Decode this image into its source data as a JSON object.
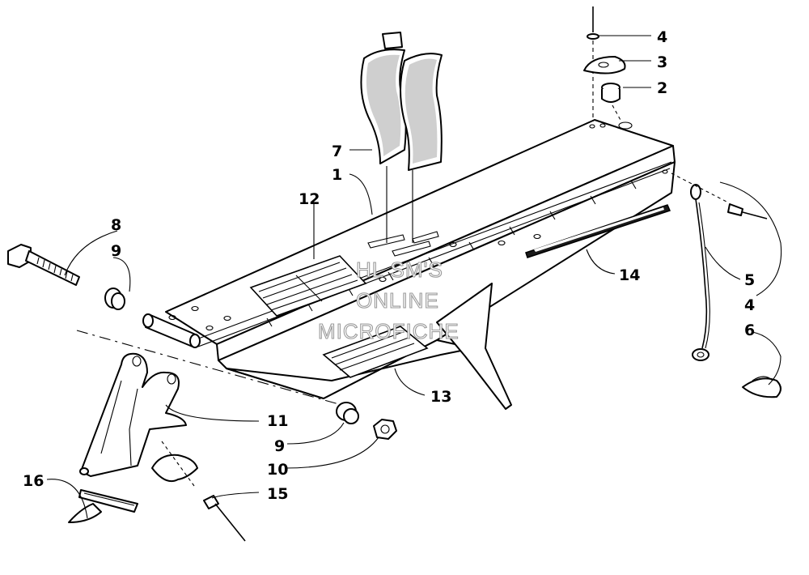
{
  "callouts": {
    "c1": "1",
    "c2": "2",
    "c3": "3",
    "c4a": "4",
    "c4b": "4",
    "c5": "5",
    "c6": "6",
    "c7": "7",
    "c8": "8",
    "c9a": "9",
    "c9b": "9",
    "c10": "10",
    "c11": "11",
    "c12": "12",
    "c13": "13",
    "c14": "14",
    "c15": "15",
    "c16": "16"
  },
  "watermark": {
    "line1": "HL SM'S",
    "line2": "ONLINE",
    "line3": "MICROFICHE"
  }
}
